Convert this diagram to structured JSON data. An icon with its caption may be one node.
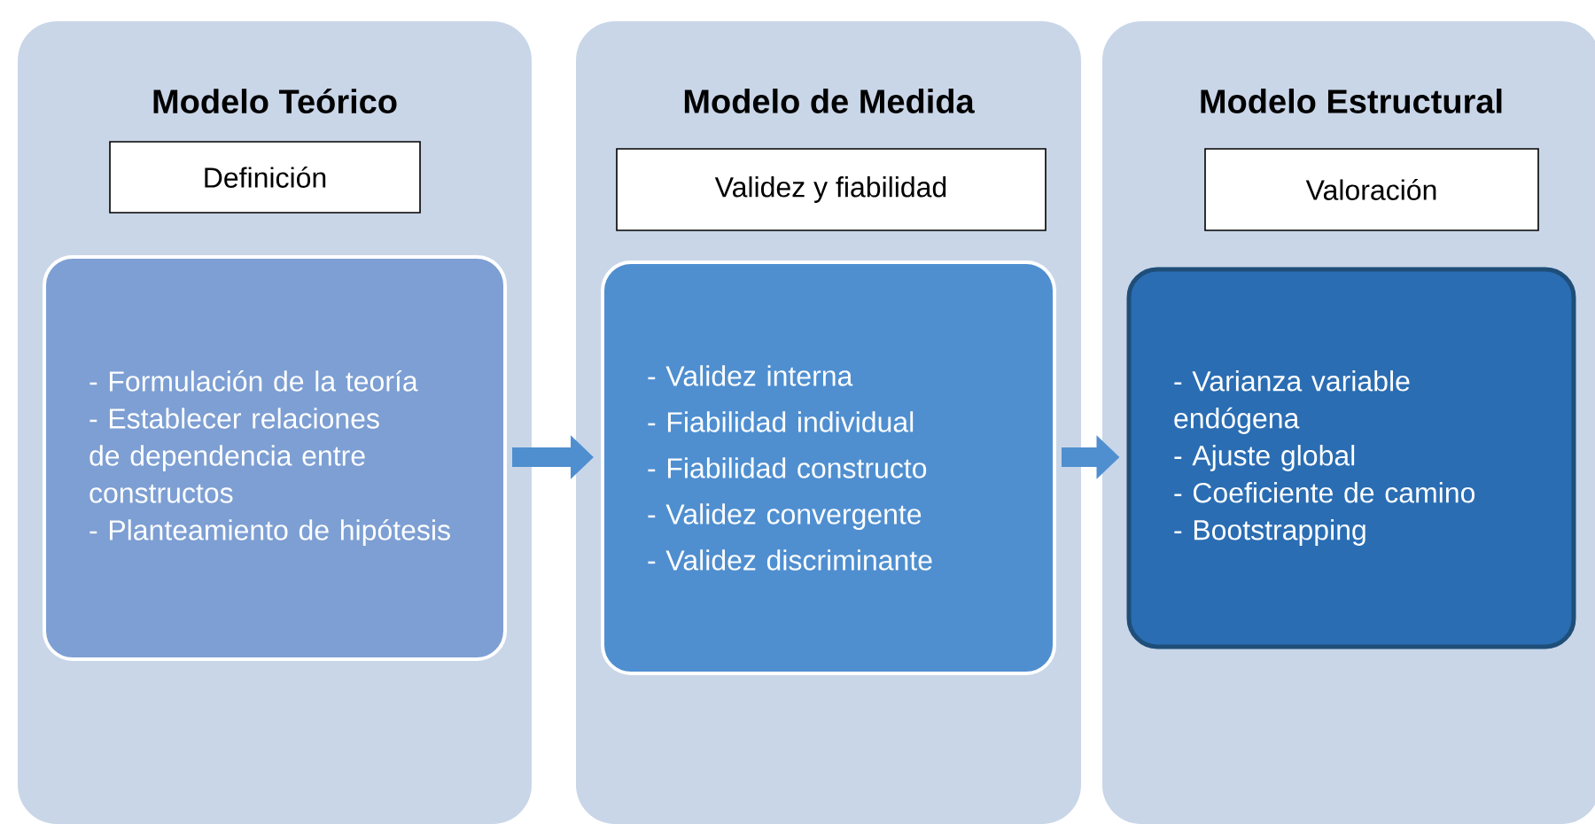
{
  "diagram": {
    "nodes": [
      {
        "text": [
          "Modelo Teórico"
        ]
      },
      {
        "text": [
          "Definición"
        ],
        "in": 0
      },
      {
        "text": [
          "- Formulación de la teoría",
          "- Establecer relaciones de dependencia entre constructos",
          "- Planteamiento de hipótesis"
        ],
        "in": 0
      },
      {
        "text": [
          "Modelo de Medida"
        ]
      },
      {
        "text": [
          "Validez y fiabilidad"
        ],
        "in": 3
      },
      {
        "text": [
          "- Validez interna",
          "- Fiabilidad individual",
          "- Fiabilidad constructo",
          "- Validez convergente",
          "- Validez discriminante"
        ],
        "in": 3
      },
      {
        "text": [
          "Modelo Estructural"
        ]
      },
      {
        "text": [
          "Valoración"
        ],
        "in": 6
      },
      {
        "text": [
          "- Varianza variable endógena",
          "- Ajuste global",
          "- Coeficiente de camino",
          "- Bootstrapping"
        ],
        "in": 6
      }
    ],
    "edges": [
      {
        "from": 2,
        "to": 5,
        "arrow": "to"
      },
      {
        "from": 5,
        "to": 8,
        "arrow": "to"
      }
    ]
  }
}
